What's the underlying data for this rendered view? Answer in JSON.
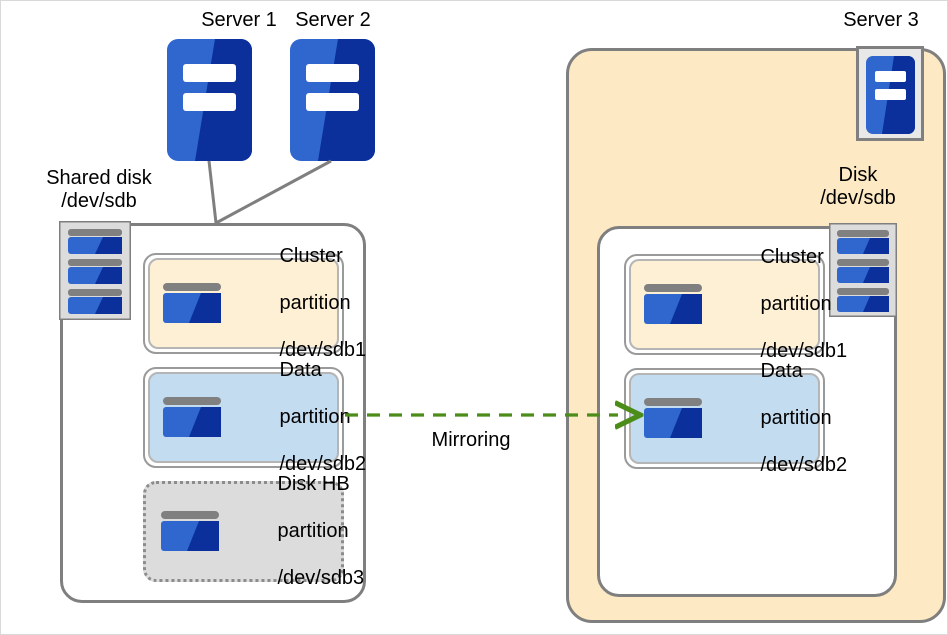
{
  "diagram": {
    "title": "Shared disk type cluster with mirroring to Server 3",
    "background": "#ffffff"
  },
  "colors": {
    "server_blue_light": "#2f67cf",
    "server_blue_dark": "#0b2f9b",
    "cluster_partition_fill": "#fdf0d5",
    "data_partition_fill": "#c3dcef",
    "hb_partition_fill": "#dcdcdc",
    "server3_box_fill": "#fdeac4",
    "border_gray": "#7f7f7f",
    "mirroring_green": "#4c8c19"
  },
  "servers": [
    {
      "id": "server-1",
      "label": "Server 1"
    },
    {
      "id": "server-2",
      "label": "Server 2"
    },
    {
      "id": "server-3",
      "label": "Server 3"
    }
  ],
  "shared_disk": {
    "label_line1": "Shared disk",
    "label_line2": "/dev/sdb",
    "disk_stack_icon": "disk-stack-icon",
    "partitions": [
      {
        "id": "cluster-partition-left",
        "kind": "cluster",
        "line1": "Cluster",
        "line2": "partition",
        "line3": "/dev/sdb1",
        "icon": "partition-disk-icon"
      },
      {
        "id": "data-partition-left",
        "kind": "data",
        "line1": "Data",
        "line2": "partition",
        "line3": "/dev/sdb2",
        "icon": "partition-disk-icon"
      },
      {
        "id": "disk-hb-partition-left",
        "kind": "hb",
        "line1": "Disk HB",
        "line2": "partition",
        "line3": "/dev/sdb3",
        "icon": "partition-disk-icon"
      }
    ]
  },
  "server3_disk": {
    "label_line1": "Disk",
    "label_line2": "/dev/sdb",
    "disk_stack_icon": "disk-stack-icon",
    "partitions": [
      {
        "id": "cluster-partition-right",
        "kind": "cluster",
        "line1": "Cluster",
        "line2": "partition",
        "line3": "/dev/sdb1",
        "icon": "partition-disk-icon"
      },
      {
        "id": "data-partition-right",
        "kind": "data",
        "line1": "Data",
        "line2": "partition",
        "line3": "/dev/sdb2",
        "icon": "partition-disk-icon"
      }
    ]
  },
  "connections": {
    "mirroring_label": "Mirroring",
    "mirroring_style": "dashed-arrow",
    "mirroring_from": "data-partition-left",
    "mirroring_to": "data-partition-right",
    "server_links": [
      {
        "from": "server-1",
        "to": "shared-disk"
      },
      {
        "from": "server-2",
        "to": "shared-disk"
      }
    ]
  }
}
